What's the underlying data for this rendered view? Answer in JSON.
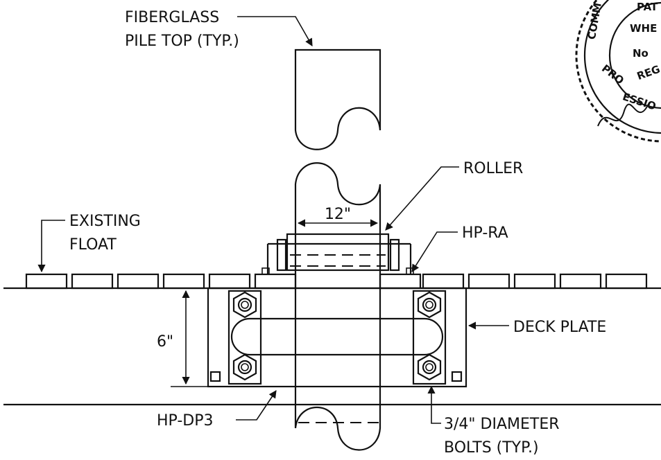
{
  "labels": {
    "fiberglass_line1": "FIBERGLASS",
    "fiberglass_line2": "PILE TOP (TYP.)",
    "roller": "ROLLER",
    "existing_line1": "EXISTING",
    "existing_line2": "FLOAT",
    "dim_12": "12\"",
    "hp_ra": "HP-RA",
    "deck_plate": "DECK PLATE",
    "dim_6": "6\"",
    "hp_dp3": "HP-DP3",
    "bolts_line1": "3/4\" DIAMETER",
    "bolts_line2": "BOLTS (TYP.)"
  },
  "seal": {
    "t1": "PAT",
    "t2": "WHE",
    "t3": "No",
    "t4": "COMM",
    "t5": "PRO",
    "t6": "ESSIO",
    "t7": "REG"
  }
}
